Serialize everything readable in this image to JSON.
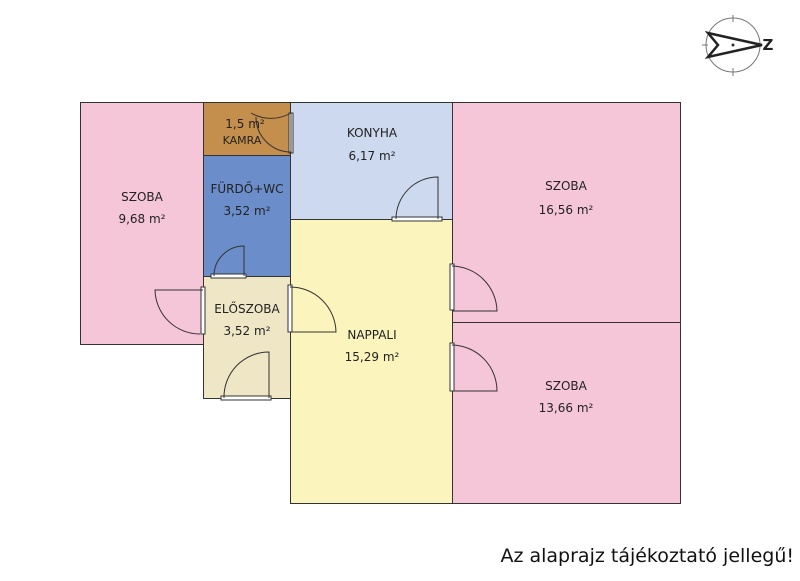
{
  "rooms": [
    {
      "name": "SZOBA",
      "area": "9,68 m²"
    },
    {
      "name": "KAMRA",
      "area": "1,5 m²"
    },
    {
      "name": "FÜRDŐ+WC",
      "area": "3,52 m²"
    },
    {
      "name": "ELŐSZOBA",
      "area": "3,52 m²"
    },
    {
      "name": "KONYHA",
      "area": "6,17 m²"
    },
    {
      "name": "NAPPALI",
      "area": "15,29 m²"
    },
    {
      "name": "SZOBA",
      "area": "16,56 m²"
    },
    {
      "name": "SZOBA",
      "area": "13,66 m²"
    }
  ],
  "compass": {
    "label": "Z"
  },
  "disclaimer": "Az alaprajz tájékoztató jellegű!",
  "colors": {
    "szoba": "#f5c5d8",
    "kamra": "#c48e4c",
    "furdo": "#6b8ecb",
    "eloszoba": "#efe6c6",
    "konyha": "#cdd9ee",
    "nappali": "#fbf4bd"
  }
}
